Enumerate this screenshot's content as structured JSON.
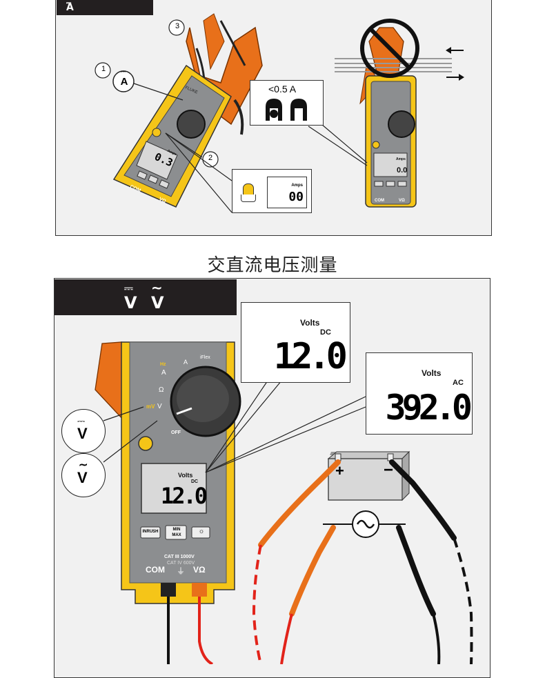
{
  "top": {
    "tab_symbol": "A",
    "callout_numbers": [
      "1",
      "2",
      "3"
    ],
    "function_badge": "A",
    "meter_display": "0.3",
    "meter_display_unit": "Amps",
    "zero_display": "00",
    "zero_display_unit": "Amps",
    "threshold_label": "<0.5 A",
    "right_meter_display": "0.0",
    "right_meter_unit": "Amps",
    "brand": "FLUKE",
    "terminal_com": "COM",
    "terminal_v": "VΩ"
  },
  "section_title": "交直流电压测量",
  "bottom": {
    "tab_dc": "V",
    "tab_ac": "V",
    "dial": {
      "hz": "Hz",
      "a": "A",
      "iflex": "iFlex",
      "omega": "Ω",
      "mv": "mV",
      "v": "V",
      "off": "OFF"
    },
    "dc_badge": "V",
    "ac_badge": "V",
    "lcd_dc": {
      "label": "Volts",
      "mode": "DC",
      "value": "12.0"
    },
    "lcd_ac": {
      "label": "Volts",
      "mode": "AC",
      "value": "392.0"
    },
    "meter_lcd": {
      "label": "Volts",
      "mode": "DC",
      "value": "12.0"
    },
    "buttons": [
      "INRUSH",
      "MIN\nMAX",
      "☼"
    ],
    "cat_line1": "CAT III 1000V",
    "cat_line2": "CAT IV 600V",
    "terminal_com": "COM",
    "terminal_v": "VΩ",
    "battery_plus": "+",
    "battery_minus": "−",
    "ac_source": "~"
  },
  "colors": {
    "meter_yellow": "#f5c518",
    "meter_gray": "#8c8e90",
    "clamp_orange": "#e8701a",
    "probe_red": "#e2231a",
    "tab_black": "#231f20"
  }
}
